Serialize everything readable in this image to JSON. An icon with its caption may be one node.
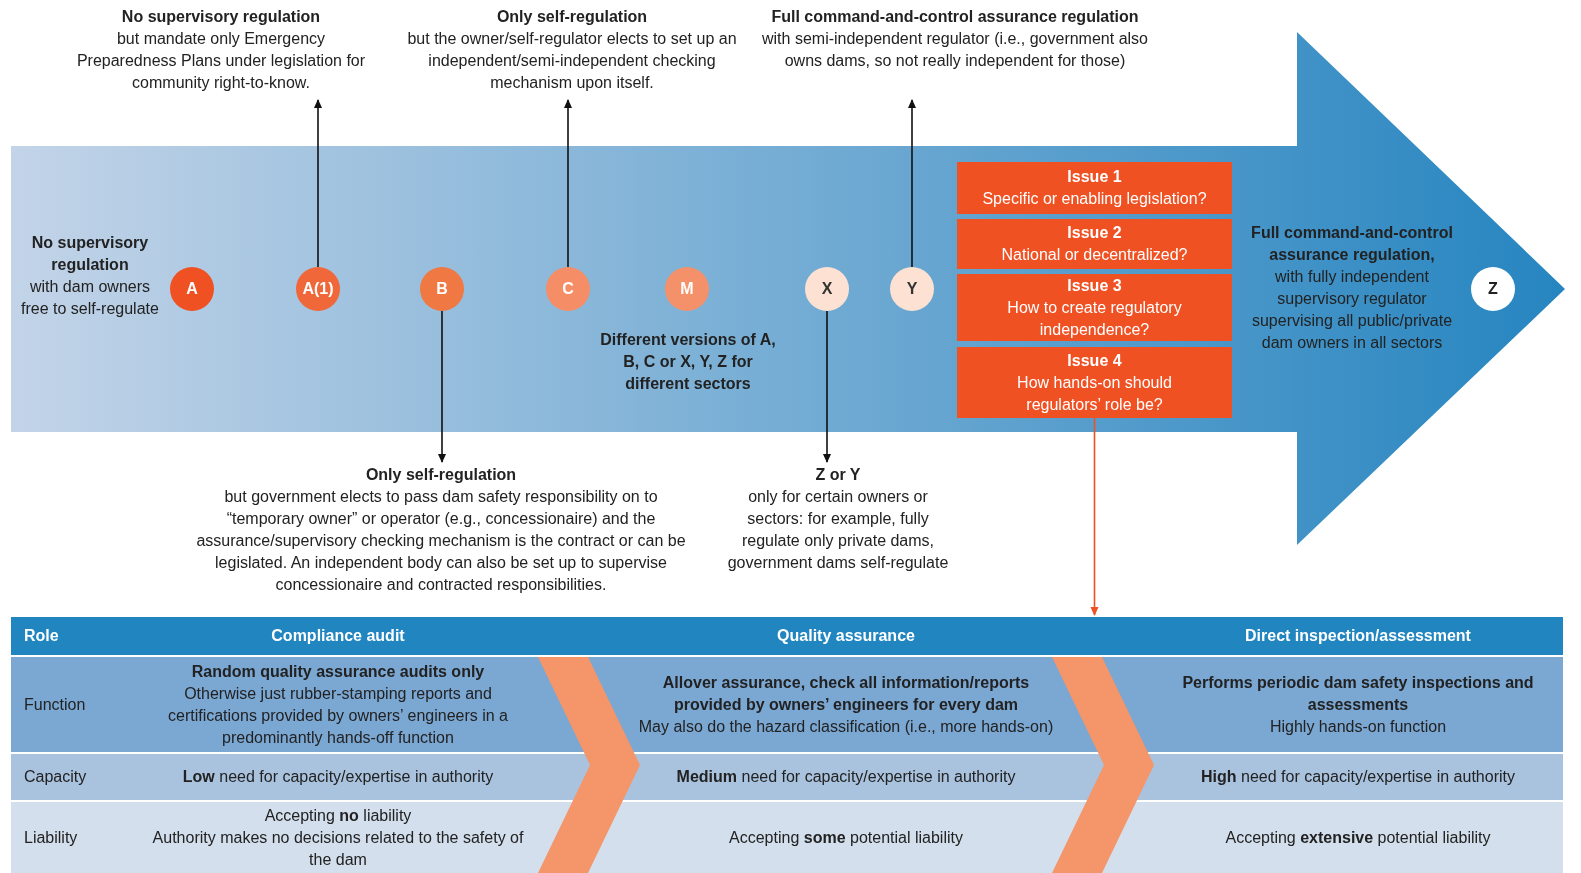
{
  "diagram": {
    "nodes": [
      {
        "text": [
          "No supervisory regulation",
          "but mandate only Emergency Preparedness Plans under legislation for community right-to-know."
        ]
      },
      {
        "text": [
          "Only self-regulation",
          "but the owner/self-regulator elects to set up an independent/semi-independent checking mechanism upon itself."
        ]
      },
      {
        "text": [
          "Full command-and-control assurance regulation",
          "with semi-independent regulator (i.e., government also owns dams, so not really independent for those)"
        ]
      },
      {
        "text": [],
        "shape": "arrow"
      },
      {
        "text": [
          "A"
        ],
        "in": 3,
        "beside": [
          "No supervisory regulation",
          "with dam owners free to self-regulate"
        ]
      },
      {
        "text": [
          "A(1)"
        ],
        "in": 3
      },
      {
        "text": [
          "B"
        ],
        "in": 3
      },
      {
        "text": [
          "C"
        ],
        "in": 3
      },
      {
        "text": [
          "M"
        ],
        "in": 3,
        "beside": [
          "Different versions of A, B, C or X, Y, Z for different sectors"
        ]
      },
      {
        "text": [
          "X"
        ],
        "in": 3
      },
      {
        "text": [
          "Y"
        ],
        "in": 3
      },
      {
        "text": [
          "Issue 1",
          "Specific or enabling legislation?"
        ],
        "in": 3
      },
      {
        "text": [
          "Issue 2",
          "National or decentralized?"
        ],
        "in": 3
      },
      {
        "text": [
          "Issue 3",
          "How to create regulatory independence?"
        ],
        "in": 3
      },
      {
        "text": [
          "Issue 4",
          "How hands-on should regulators’ role be?"
        ],
        "in": 3
      },
      {
        "text": [
          "Z"
        ],
        "in": 3,
        "beside": [
          "Full command-and-control assurance regulation,",
          "with fully independent supervisory regulator supervising all public/private dam owners in all sectors"
        ]
      },
      {
        "text": [
          "Only self-regulation",
          "but government elects to pass dam safety responsibility on to “temporary owner” or operator (e.g., concessionaire) and the assurance/supervisory checking mechanism is the contract or can be legislated. An independent body can also be set up to supervise concessionaire and contracted responsibilities."
        ]
      },
      {
        "text": [
          "Z or Y",
          "only for certain owners or sectors: for example, fully regulate only private dams, government dams self-regulate"
        ]
      },
      {
        "text": [],
        "shape": "box"
      },
      {
        "text": [],
        "shape": "chevron",
        "in": 18
      },
      {
        "text": [],
        "shape": "chevron",
        "in": 18
      }
    ],
    "edges": [
      {
        "from": 5,
        "to": 0,
        "arrow": "to"
      },
      {
        "from": 7,
        "to": 1,
        "arrow": "to"
      },
      {
        "from": 10,
        "to": 2,
        "arrow": "to"
      },
      {
        "from": 6,
        "to": 16,
        "arrow": "to"
      },
      {
        "from": 9,
        "to": 17,
        "arrow": "to"
      },
      {
        "from": 14,
        "to": 18,
        "arrow": "to",
        "color": "#ef5123"
      }
    ],
    "labels": [
      "Role",
      "Compliance audit",
      "Quality assurance",
      "Direct inspection/assessment",
      "Function",
      "Random quality assurance audits only",
      "Otherwise just rubber-stamping reports and certifications provided by owners’ engineers in a predominantly hands-off function",
      "Allover assurance, check all information/reports provided by owners’ engineers for every dam",
      "May also do the hazard classification (i.e., more hands-on)",
      "Performs periodic dam safety inspections and assessments",
      "Highly hands-on function",
      "Capacity",
      "**Low** need for capacity/expertise in authority",
      "**Medium** need for capacity/expertise in authority",
      "**High** need for capacity/expertise in authority",
      "Liability",
      "Accepting **no** liability",
      "Authority makes no decisions related to the safety of the dam",
      "Accepting **some** potential liability",
      "Accepting **extensive** potential liability"
    ]
  }
}
